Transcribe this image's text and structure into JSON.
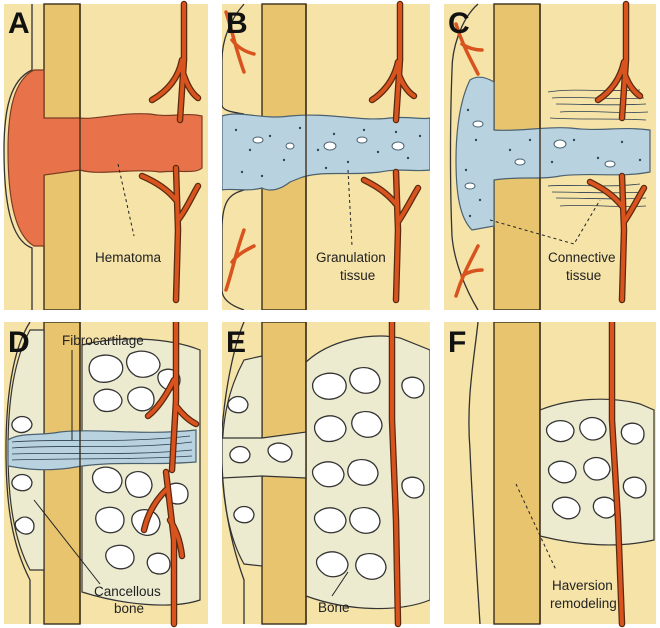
{
  "panels": [
    {
      "letter": "A",
      "labels": [
        "Hematoma"
      ]
    },
    {
      "letter": "B",
      "labels": [
        "Granulation",
        "tissue"
      ]
    },
    {
      "letter": "C",
      "labels": [
        "Connective",
        "tissue"
      ]
    },
    {
      "letter": "D",
      "labels": [
        "Fibrocartilage",
        "Cancellous",
        "bone"
      ]
    },
    {
      "letter": "E",
      "labels": [
        "Bone"
      ]
    },
    {
      "letter": "F",
      "labels": [
        "Haversion",
        "remodeling"
      ]
    }
  ],
  "colors": {
    "cortex": "#e9c46f",
    "marrow": "#f5e3a8",
    "hematoma": "#e8734a",
    "granulation": "#b9d2e0",
    "vessel": "#d9531e",
    "new_bone": "#ecebcf"
  }
}
